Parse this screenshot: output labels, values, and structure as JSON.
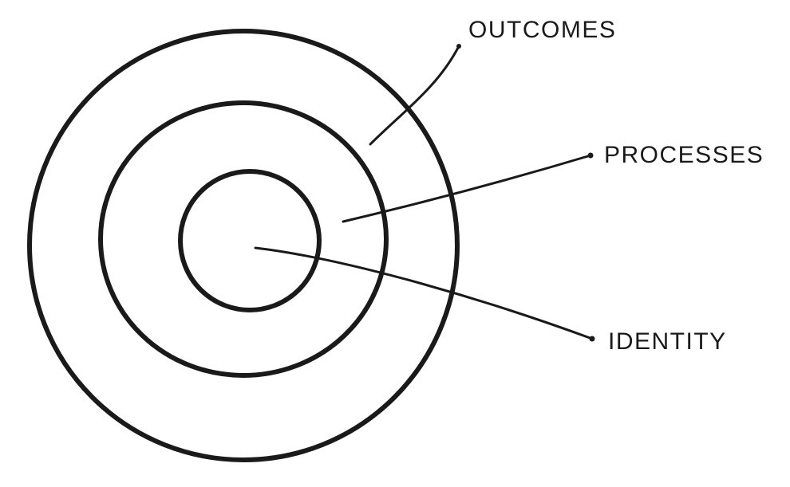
{
  "diagram": {
    "layers": {
      "outer": "OUTCOMES",
      "middle": "PROCESSES",
      "inner": "IDENTITY"
    }
  },
  "colors": {
    "stroke": "#1a1a1a",
    "background": "#ffffff"
  }
}
